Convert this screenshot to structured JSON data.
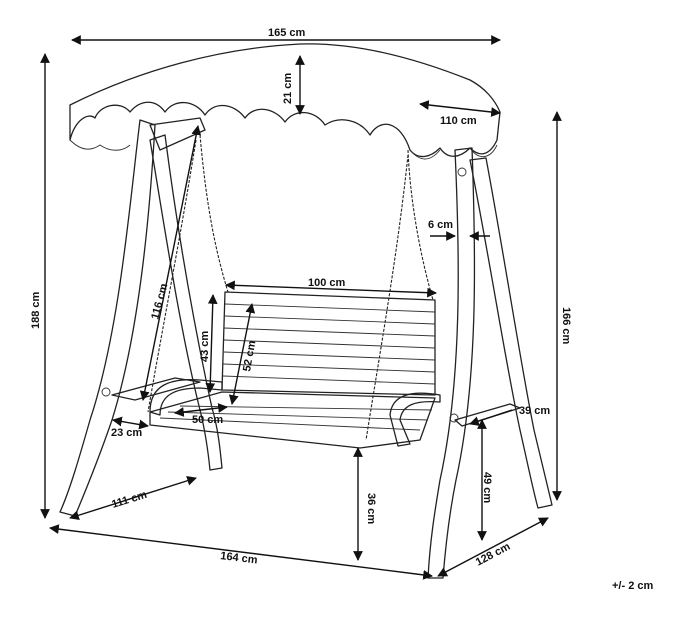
{
  "dimensions": {
    "overall_width": "165 cm",
    "canopy_height": "21 cm",
    "canopy_depth": "110 cm",
    "overall_height": "188 cm",
    "frame_height": "166 cm",
    "beam_width": "6 cm",
    "seat_width": "100 cm",
    "chain_length": "116 cm",
    "backrest_height": "43 cm",
    "backrest_diagonal": "52 cm",
    "seat_depth": "50 cm",
    "armrest_offset": "23 cm",
    "side_shelf": "39 cm",
    "base_depth_left": "111 cm",
    "seat_height": "36 cm",
    "shelf_height": "49 cm",
    "base_width": "164 cm",
    "base_depth_right": "128 cm"
  },
  "tolerance": "+/- 2 cm"
}
